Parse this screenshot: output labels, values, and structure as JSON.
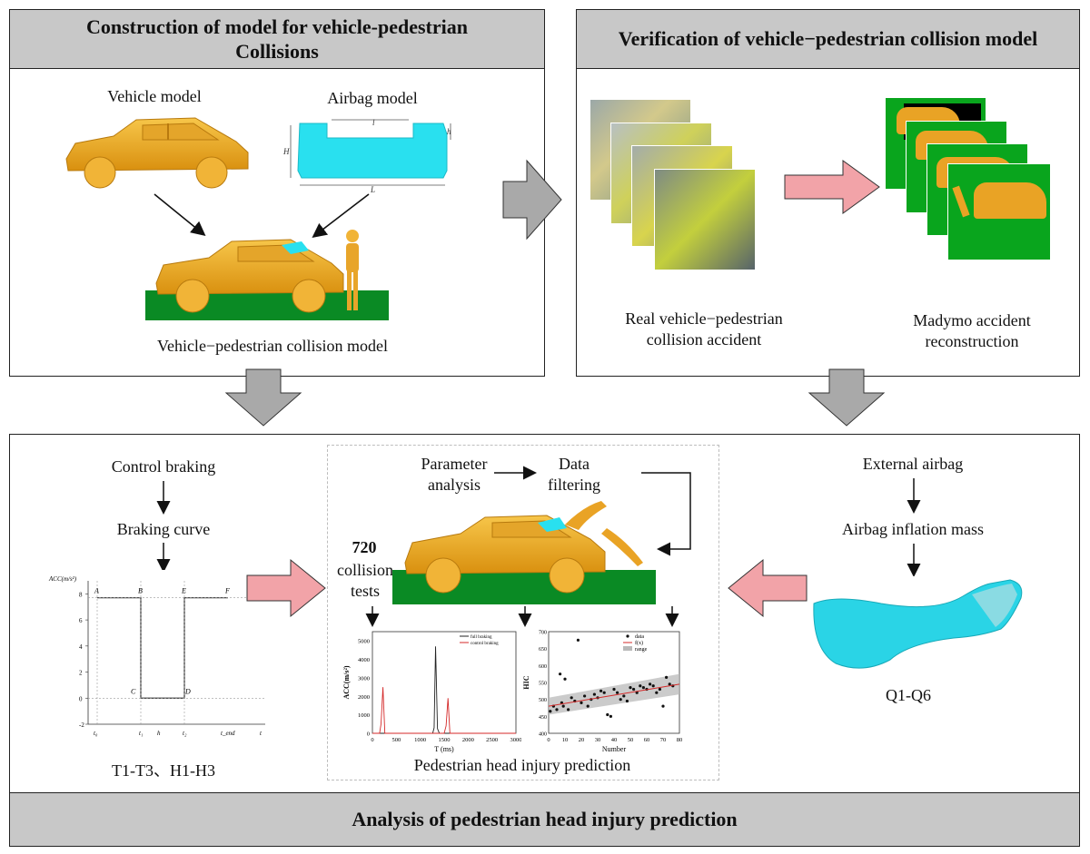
{
  "panel_construction": {
    "title": "Construction of model for vehicle-pedestrian Collisions",
    "vehicle_model": "Vehicle model",
    "airbag_model": "Airbag model",
    "airbag_dims": {
      "l": "l",
      "h": "h",
      "H": "H",
      "L": "L"
    },
    "collision_model": "Vehicle−pedestrian collision model"
  },
  "panel_verification": {
    "title": "Verification of vehicle−pedestrian collision model",
    "real_accident": "Real vehicle−pedestrian collision accident",
    "reconstruction": "Madymo accident reconstruction"
  },
  "panel_analysis": {
    "footer_title": "Analysis of pedestrian head injury prediction",
    "control_braking": "Control braking",
    "braking_curve": "Braking curve",
    "braking_params": "T1-T3、H1-H3",
    "parameter_analysis": "Parameter analysis",
    "data_filtering": "Data filtering",
    "tests_count": "720",
    "tests_label": "collision tests",
    "prediction_label": "Pedestrian head injury prediction",
    "external_airbag": "External airbag",
    "inflation_mass": "Airbag inflation mass",
    "airbag_params": "Q1-Q6"
  },
  "chart_data": [
    {
      "type": "line",
      "title": "",
      "xlabel": "",
      "ylabel": "ACC(m/s²)",
      "point_labels": [
        "A",
        "B",
        "C",
        "D",
        "E",
        "F"
      ],
      "x_ticks": [
        "t₀",
        "t₁",
        "h",
        "t₂",
        "t_end",
        "t"
      ],
      "y_ticks": [
        -2,
        0,
        2,
        4,
        6,
        8
      ],
      "ylim": [
        -2,
        9
      ],
      "series": [
        {
          "x": [
            0,
            1,
            1,
            2,
            2,
            3
          ],
          "y": [
            7.7,
            7.7,
            0,
            0,
            7.7,
            7.7
          ]
        }
      ]
    },
    {
      "type": "line",
      "title": "",
      "xlabel": "T (ms)",
      "ylabel": "ACC(m/s²)",
      "xlim": [
        0,
        3000
      ],
      "ylim": [
        0,
        5500
      ],
      "x_ticks": [
        0,
        500,
        1000,
        1500,
        2000,
        2500,
        3000
      ],
      "y_ticks": [
        0,
        1000,
        2000,
        3000,
        4000,
        5000
      ],
      "legend": [
        "full braking",
        "control braking"
      ],
      "series": [
        {
          "name": "full braking",
          "color": "#222222",
          "x": [
            0,
            1260,
            1290,
            1320,
            1360,
            1400,
            3000
          ],
          "y": [
            0,
            0,
            300,
            4700,
            250,
            0,
            0
          ]
        },
        {
          "name": "control braking",
          "color": "#d42a2a",
          "x": [
            0,
            150,
            180,
            220,
            260,
            1500,
            1540,
            1580,
            1620,
            3000
          ],
          "y": [
            0,
            0,
            500,
            2500,
            0,
            0,
            400,
            1900,
            0,
            0
          ]
        }
      ]
    },
    {
      "type": "scatter",
      "title": "",
      "xlabel": "Number",
      "ylabel": "HIC",
      "xlim": [
        0,
        80
      ],
      "ylim": [
        400,
        700
      ],
      "x_ticks": [
        0,
        10,
        20,
        30,
        40,
        50,
        60,
        70,
        80
      ],
      "y_ticks": [
        400,
        450,
        500,
        550,
        600,
        650,
        700
      ],
      "legend": [
        "data",
        "f(x)",
        "range"
      ],
      "series": [
        {
          "name": "data",
          "x": [
            1,
            3,
            5,
            7,
            8,
            9,
            10,
            12,
            14,
            16,
            18,
            20,
            22,
            24,
            26,
            28,
            30,
            32,
            34,
            36,
            38,
            40,
            42,
            44,
            46,
            48,
            50,
            52,
            54,
            56,
            58,
            60,
            62,
            64,
            66,
            68,
            70,
            72,
            74,
            76
          ],
          "y": [
            465,
            480,
            470,
            575,
            490,
            480,
            560,
            470,
            505,
            495,
            675,
            490,
            510,
            480,
            500,
            515,
            505,
            525,
            520,
            455,
            450,
            530,
            520,
            500,
            510,
            495,
            535,
            530,
            520,
            540,
            535,
            530,
            545,
            540,
            520,
            530,
            480,
            565,
            545,
            540
          ]
        },
        {
          "name": "f(x)",
          "x": [
            0,
            80
          ],
          "y": [
            480,
            545
          ]
        }
      ]
    }
  ]
}
